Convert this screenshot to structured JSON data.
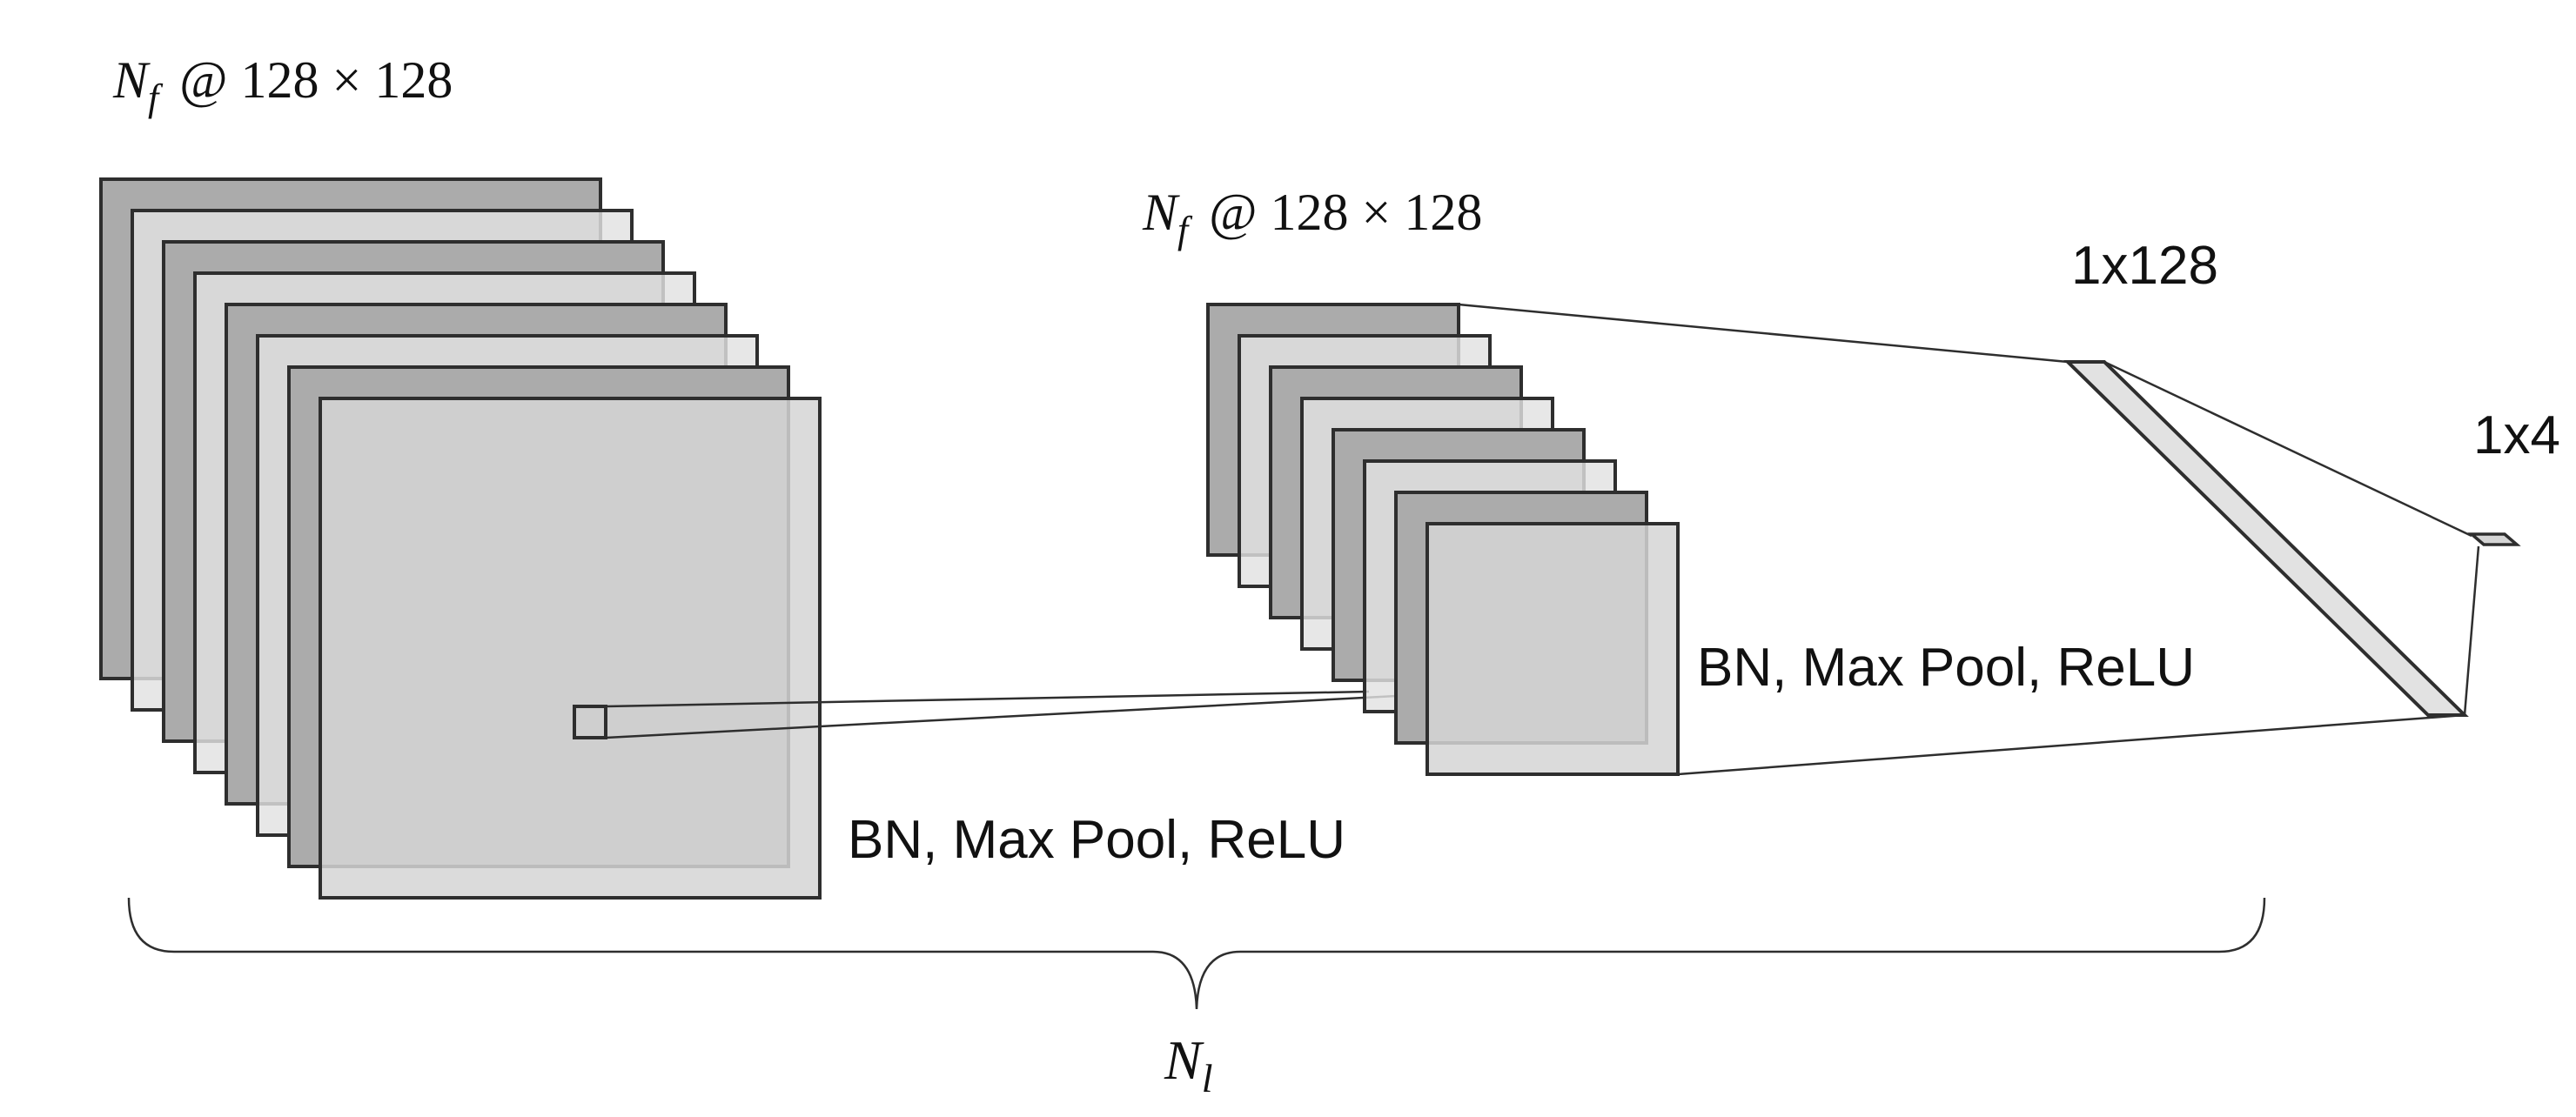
{
  "diagram": {
    "block1_label": {
      "var": "N",
      "sub": "f",
      "rest": "@ 128 × 128"
    },
    "block2_label": {
      "var": "N",
      "sub": "f",
      "rest": "@ 128 × 128"
    },
    "block1_ops": "BN, Max Pool, ReLU",
    "block2_ops": "BN, Max Pool, ReLU",
    "dense1_label": "1x128",
    "dense2_label": "1x4",
    "layers_label": {
      "var": "N",
      "sub": "l"
    },
    "colors": {
      "map_dark": "#ababab",
      "map_light": "#e2e2e2",
      "map_front": "#d5d5d5",
      "stroke": "#2e2e2e",
      "text": "#111111"
    }
  }
}
